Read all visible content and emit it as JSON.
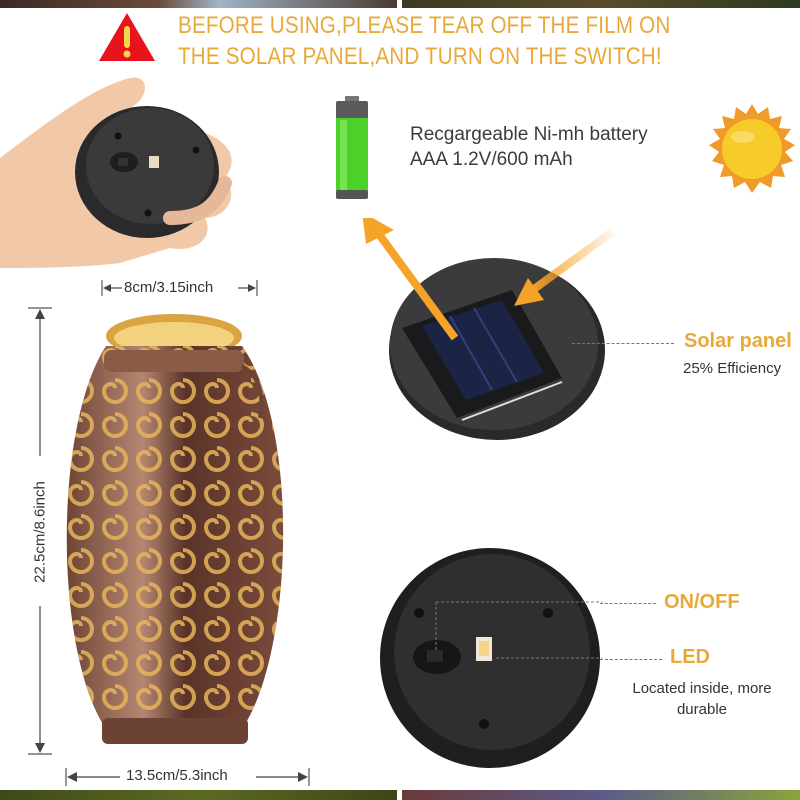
{
  "banner": {
    "icon": "warning-triangle-icon",
    "line1": "BEFORE USING,PLEASE TEAR OFF THE FILM ON",
    "line2": "THE SOLAR PANEL,AND TURN ON THE SWITCH!"
  },
  "battery": {
    "icon": "battery-icon",
    "line1": "Recgargeable Ni-mh battery",
    "line2": "AAA 1.2V/600 mAh"
  },
  "sun": {
    "icon": "sun-icon"
  },
  "dimensions": {
    "top_width": "8cm/3.15inch",
    "height": "22.5cm/8.6inch",
    "bottom_width": "13.5cm/5.3inch"
  },
  "solar_panel": {
    "title": "Solar panel",
    "subtitle": "25% Efficiency"
  },
  "switch": {
    "title": "ON/OFF"
  },
  "led": {
    "title": "LED",
    "desc_line1": "Located inside, more",
    "desc_line2": "durable"
  },
  "colors": {
    "accent_orange": "#E9A93A",
    "warning_red": "#E8141B",
    "warning_yellow": "#F4D64A",
    "battery_green": "#4CD12A",
    "text_dark": "#333333"
  }
}
